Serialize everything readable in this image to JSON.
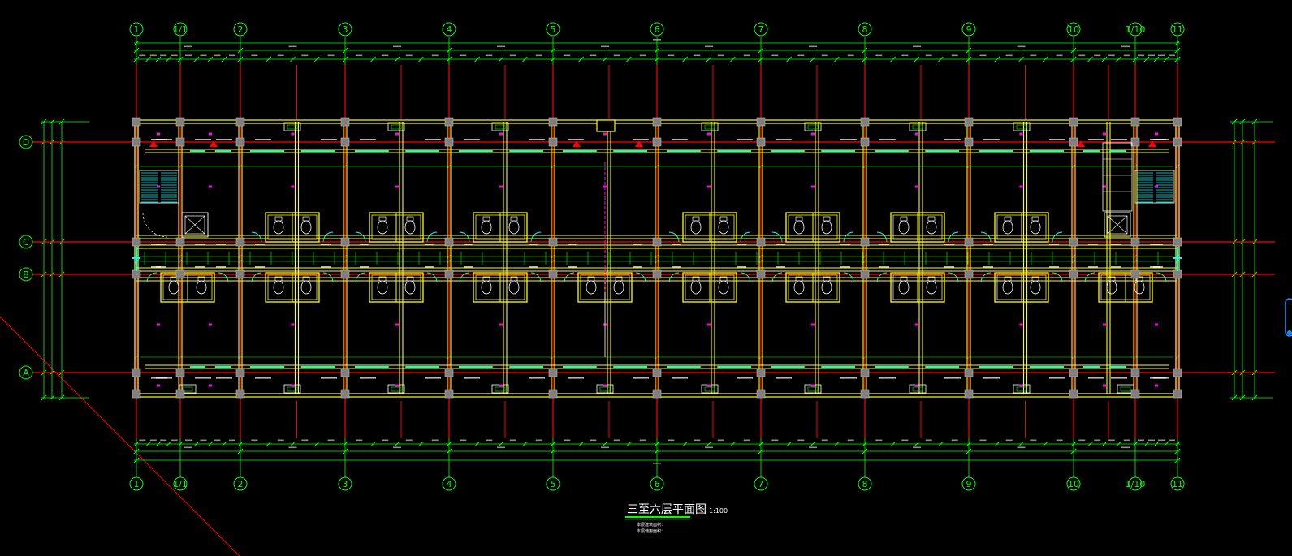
{
  "drawing": {
    "title": "三至六层平面图",
    "scale": "1:100",
    "notes": [
      "本层建筑面积：",
      "本层使用面积："
    ]
  },
  "grid_columns": [
    "1",
    "1/1",
    "2",
    "3",
    "4",
    "5",
    "6",
    "7",
    "8",
    "9",
    "10",
    "1/10",
    "11"
  ],
  "grid_rows": [
    "D",
    "C",
    "B",
    "A"
  ],
  "colors": {
    "background": "#000000",
    "axis": "#ff0000",
    "dimension": "#00ff00",
    "wall": "#ffff00",
    "window": "#00ffff",
    "room_label": "#ff00ff",
    "annotation": "#ffffff",
    "column": "#808080"
  }
}
